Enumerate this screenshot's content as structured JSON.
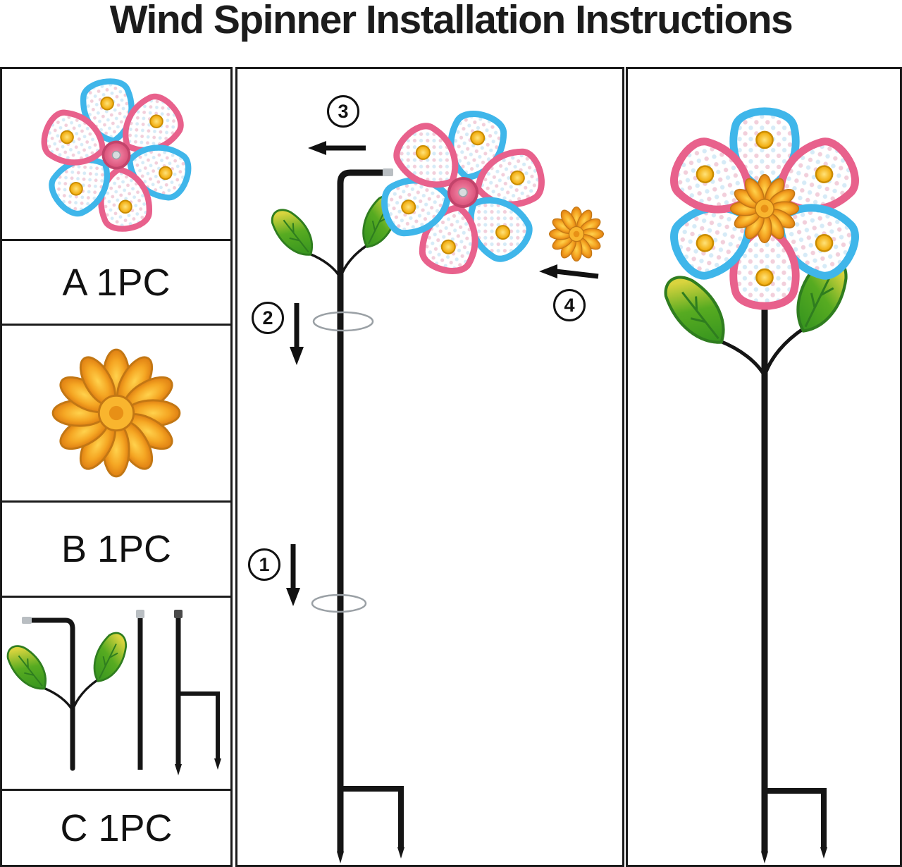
{
  "title": "Wind Spinner Installation Instructions",
  "parts": {
    "a_label": "A 1PC",
    "b_label": "B 1PC",
    "c_label": "C 1PC"
  },
  "steps": {
    "s1": "1",
    "s2": "2",
    "s3": "3",
    "s4": "4"
  },
  "icons": {
    "pinwheel-flower-icon": "six lace petals with gems",
    "flower-cap-icon": "orange scalloped cap",
    "leaf-icon": "green metal leaf",
    "ground-stake-icon": "black forked stake",
    "arrow-icon": "black direction arrow"
  },
  "colors": {
    "petal_blue": "#3fb6ea",
    "petal_pink": "#e8618c",
    "gem_yellow": "#f5b52e",
    "cap_orange": "#f5a623",
    "leaf_green": "#57ab21",
    "pole_black": "#151515"
  }
}
